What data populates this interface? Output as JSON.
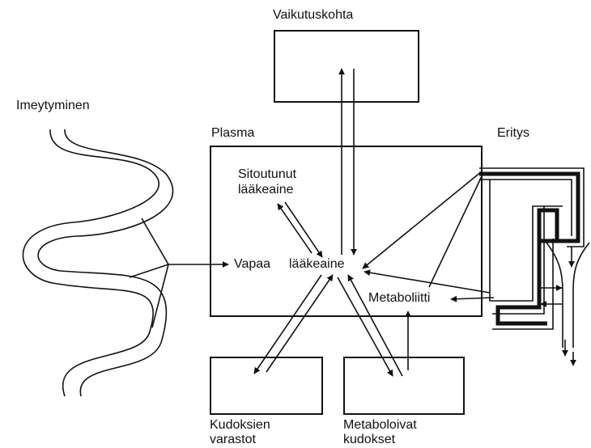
{
  "labels": {
    "vaikutuskohta": "Vaikutuskohta",
    "imeytyminen": "Imeytyminen",
    "plasma": "Plasma",
    "eritys": "Eritys",
    "sitoutunut_line1": "Sitoutunut",
    "sitoutunut_line2": "lääkeaine",
    "vapaa": "Vapaa",
    "laakeaine": "lääkeaine",
    "metaboliitti": "Metaboliitti",
    "kudoksien_line1": "Kudoksien",
    "kudoksien_line2": "varastot",
    "metaboloivat_line1": "Metaboloivat",
    "metaboloivat_line2": "kudokset"
  },
  "colors": {
    "ink": "#111111",
    "background": "#ffffff"
  }
}
